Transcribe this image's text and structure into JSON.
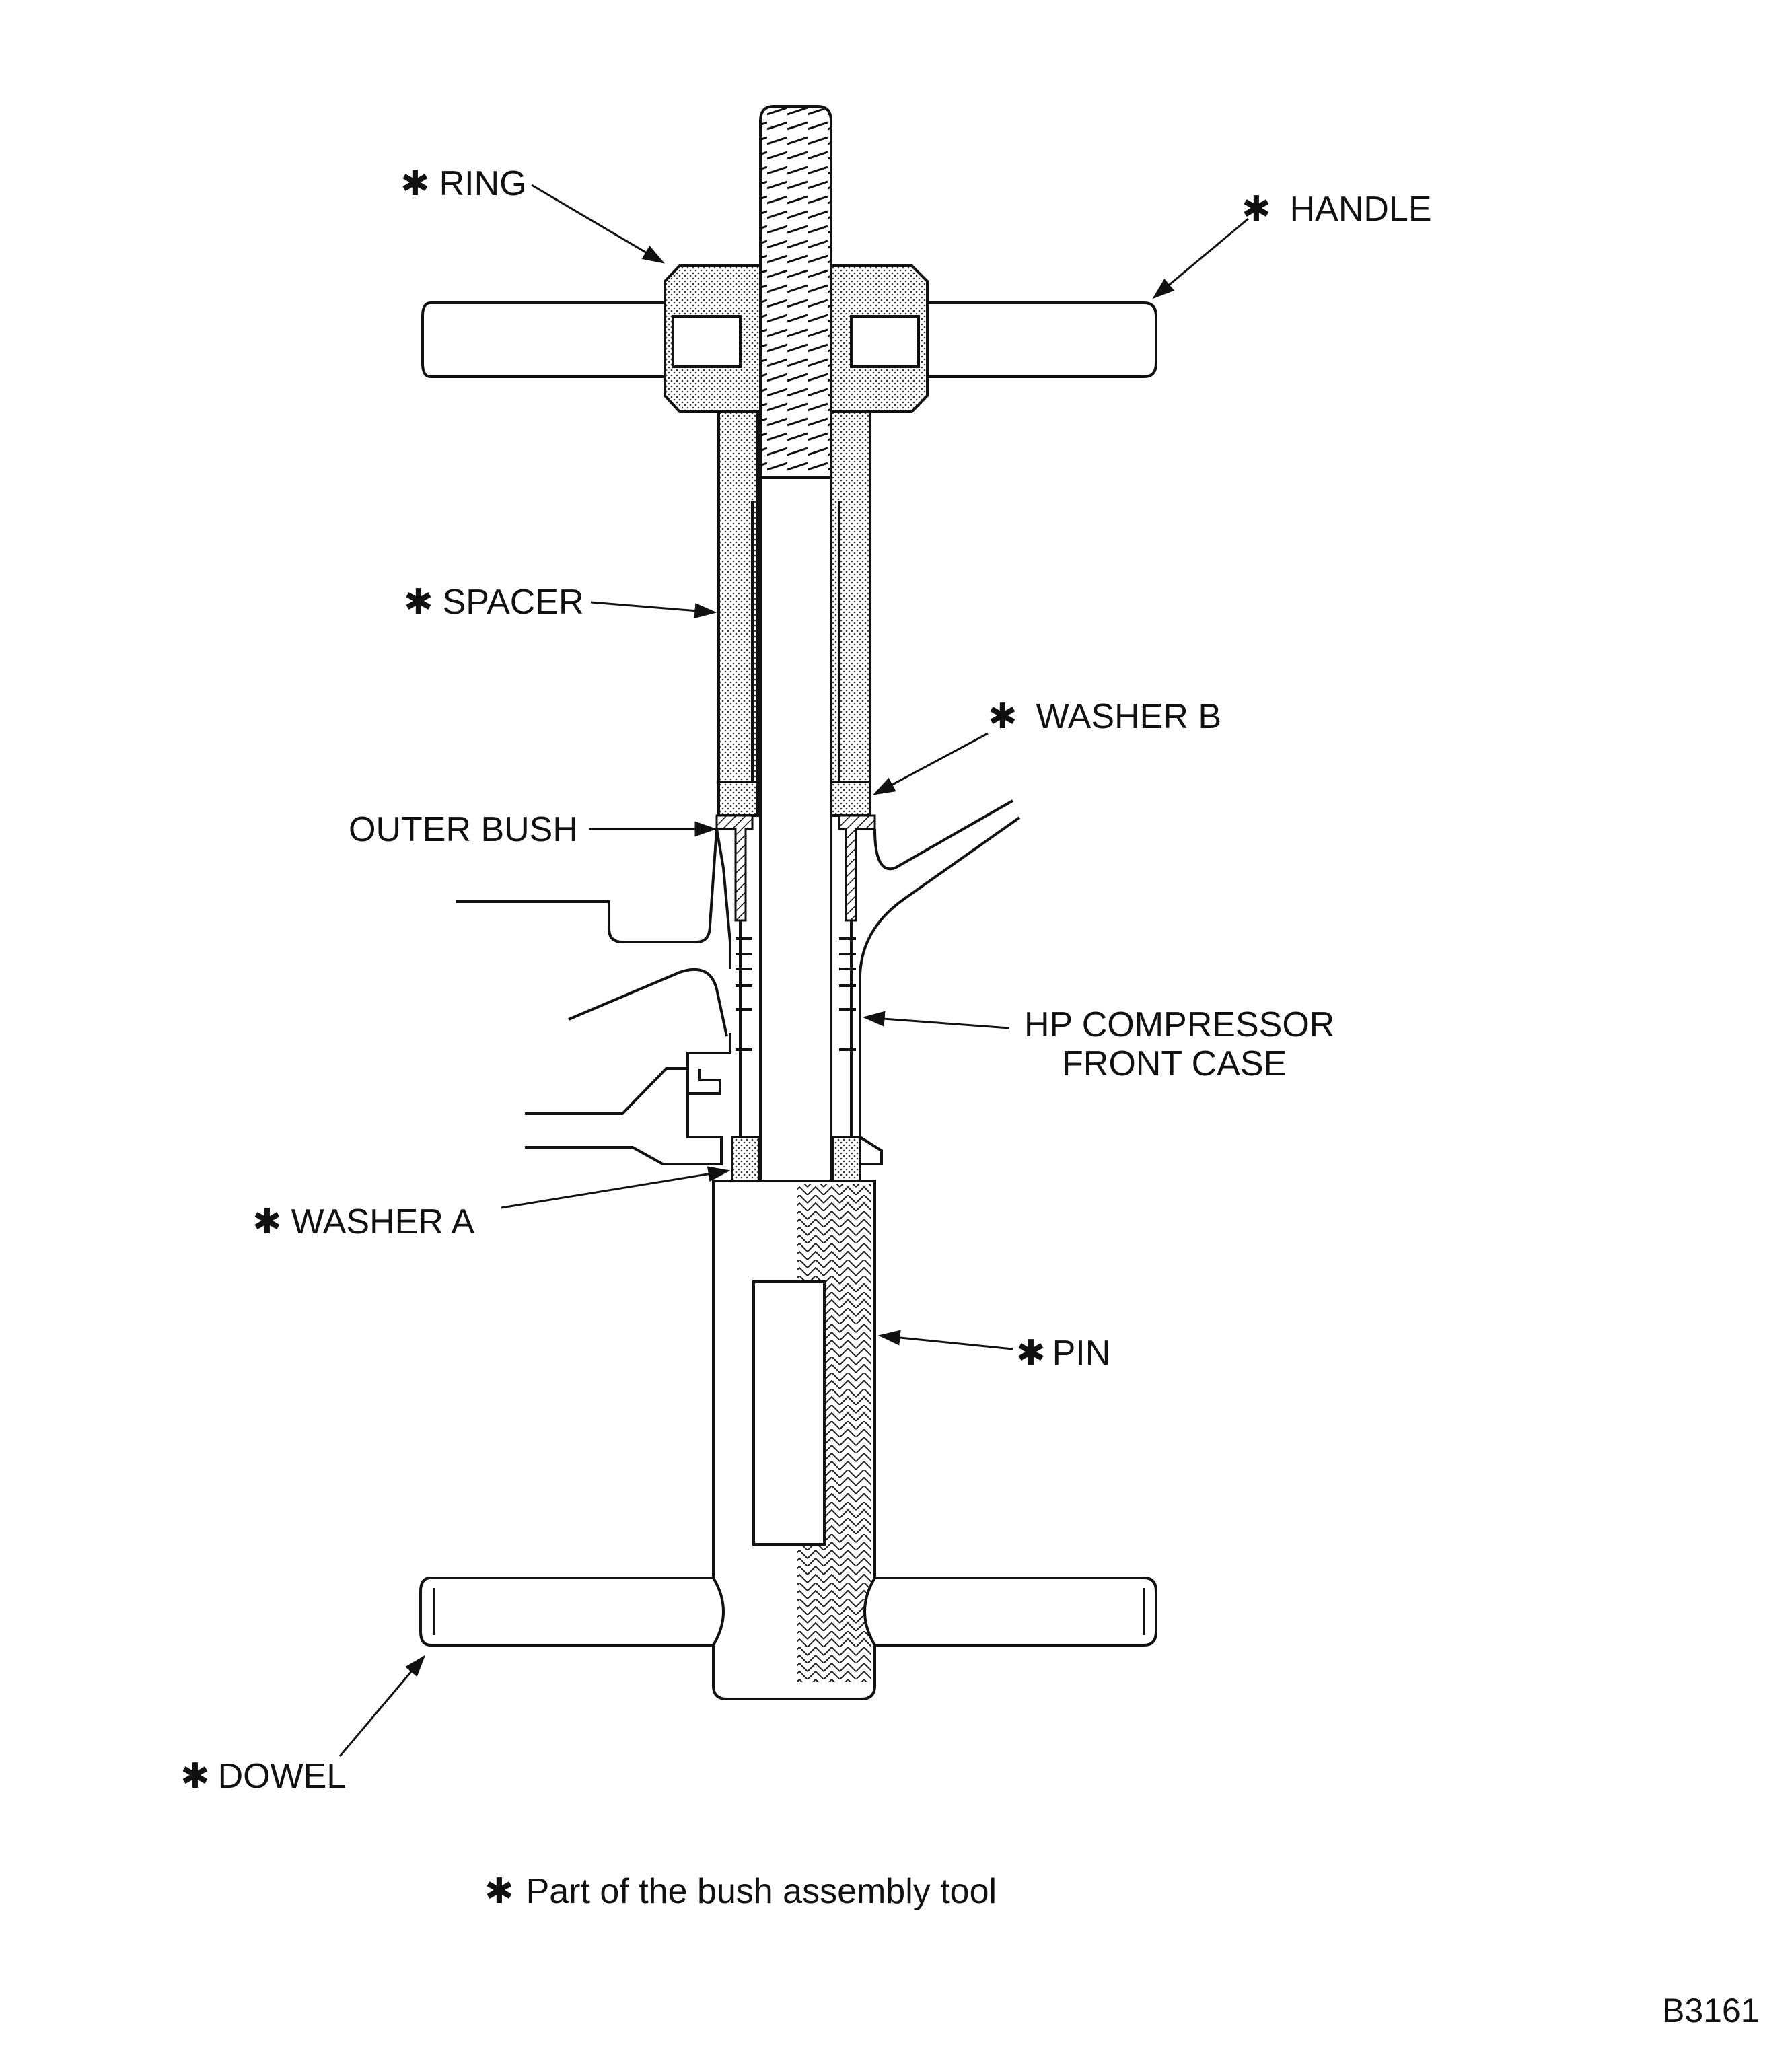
{
  "labels": {
    "ring": "RING",
    "handle": "HANDLE",
    "spacer": "SPACER",
    "washer_b": "WASHER B",
    "outer_bush": "OUTER BUSH",
    "hp_compressor_line1": "HP COMPRESSOR",
    "hp_compressor_line2": "FRONT CASE",
    "washer_a": "WASHER A",
    "pin": "PIN",
    "dowel": "DOWEL"
  },
  "asterisk": "✱",
  "footnote": {
    "symbol": "✱",
    "text": "Part of the bush assembly tool"
  },
  "figure_ref": "B3161"
}
